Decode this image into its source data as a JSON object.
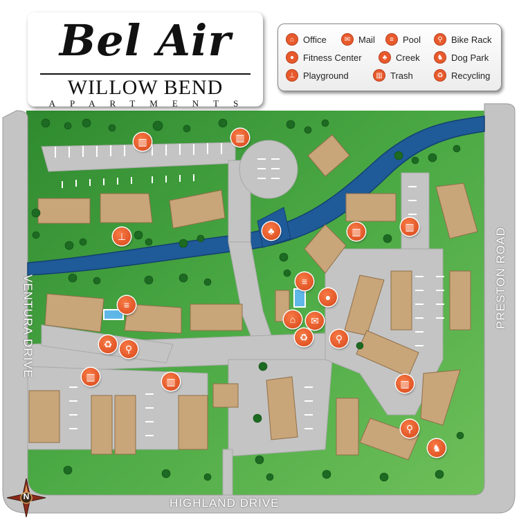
{
  "brand": {
    "title": "Bel Air",
    "subtitle": "WILLOW BEND",
    "tagline": "APARTMENTS"
  },
  "legend": [
    {
      "label": "Office",
      "icon": "house-icon"
    },
    {
      "label": "Mail",
      "icon": "mail-icon"
    },
    {
      "label": "Pool",
      "icon": "pool-ladder-icon"
    },
    {
      "label": "Bike Rack",
      "icon": "bike-icon"
    },
    {
      "label": "Fitness Center",
      "icon": "kettlebell-icon"
    },
    {
      "label": "Creek",
      "icon": "reeds-icon"
    },
    {
      "label": "Dog Park",
      "icon": "dog-icon"
    },
    {
      "label": "Playground",
      "icon": "seesaw-icon"
    },
    {
      "label": "Trash",
      "icon": "trash-can-icon"
    },
    {
      "label": "Recycling",
      "icon": "recycle-icon"
    }
  ],
  "roads": {
    "west": "VENTURA DRIVE",
    "east": "PRESTON ROAD",
    "south": "HIGHLAND DRIVE"
  },
  "compass_letter": "N",
  "colors": {
    "grass": "#3f9a3a",
    "road": "#c4c4c4",
    "creek": "#1f5a99",
    "building": "#c9a57a",
    "marker": "#e85a2c"
  }
}
